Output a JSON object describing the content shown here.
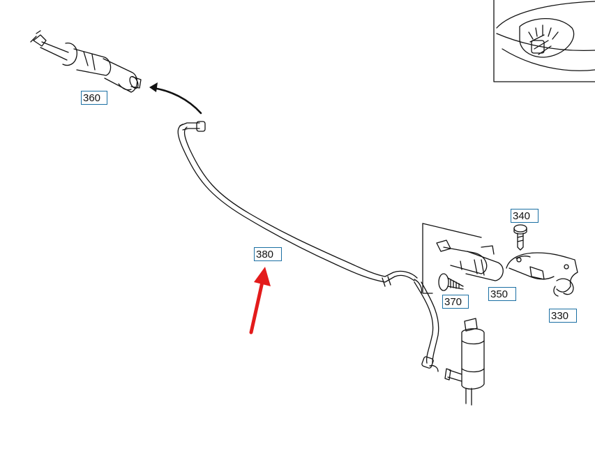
{
  "labels": {
    "p360": "360",
    "p380": "380",
    "p340": "340",
    "p370": "370",
    "p350": "350",
    "p330": "330"
  },
  "colors": {
    "label_border": "#1a6fa3",
    "line": "#111111",
    "arrow": "#e31b1b"
  }
}
